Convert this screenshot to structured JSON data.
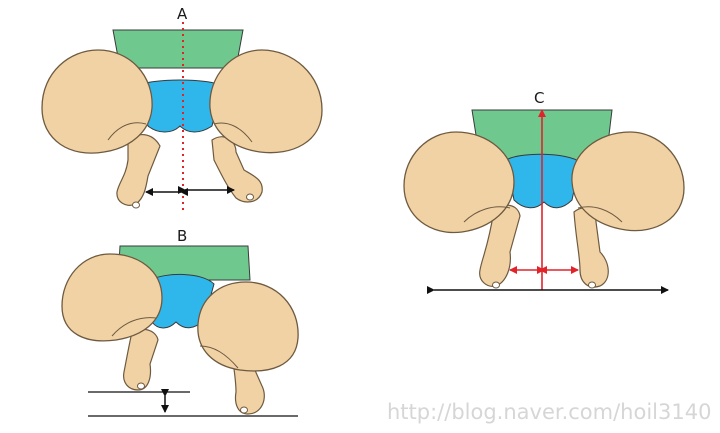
{
  "labels": {
    "a": "A",
    "b": "B",
    "c": "C"
  },
  "watermark": "http://blog.naver.com/hoil3140",
  "colors": {
    "skin": "#f1d2a5",
    "skin_line": "#6e5a40",
    "body_green": "#6fc98f",
    "diaper_blue": "#2fb7ec",
    "midline_red": "#e0242a",
    "arrow_black": "#111111",
    "watermark": "#d6d6d6"
  }
}
